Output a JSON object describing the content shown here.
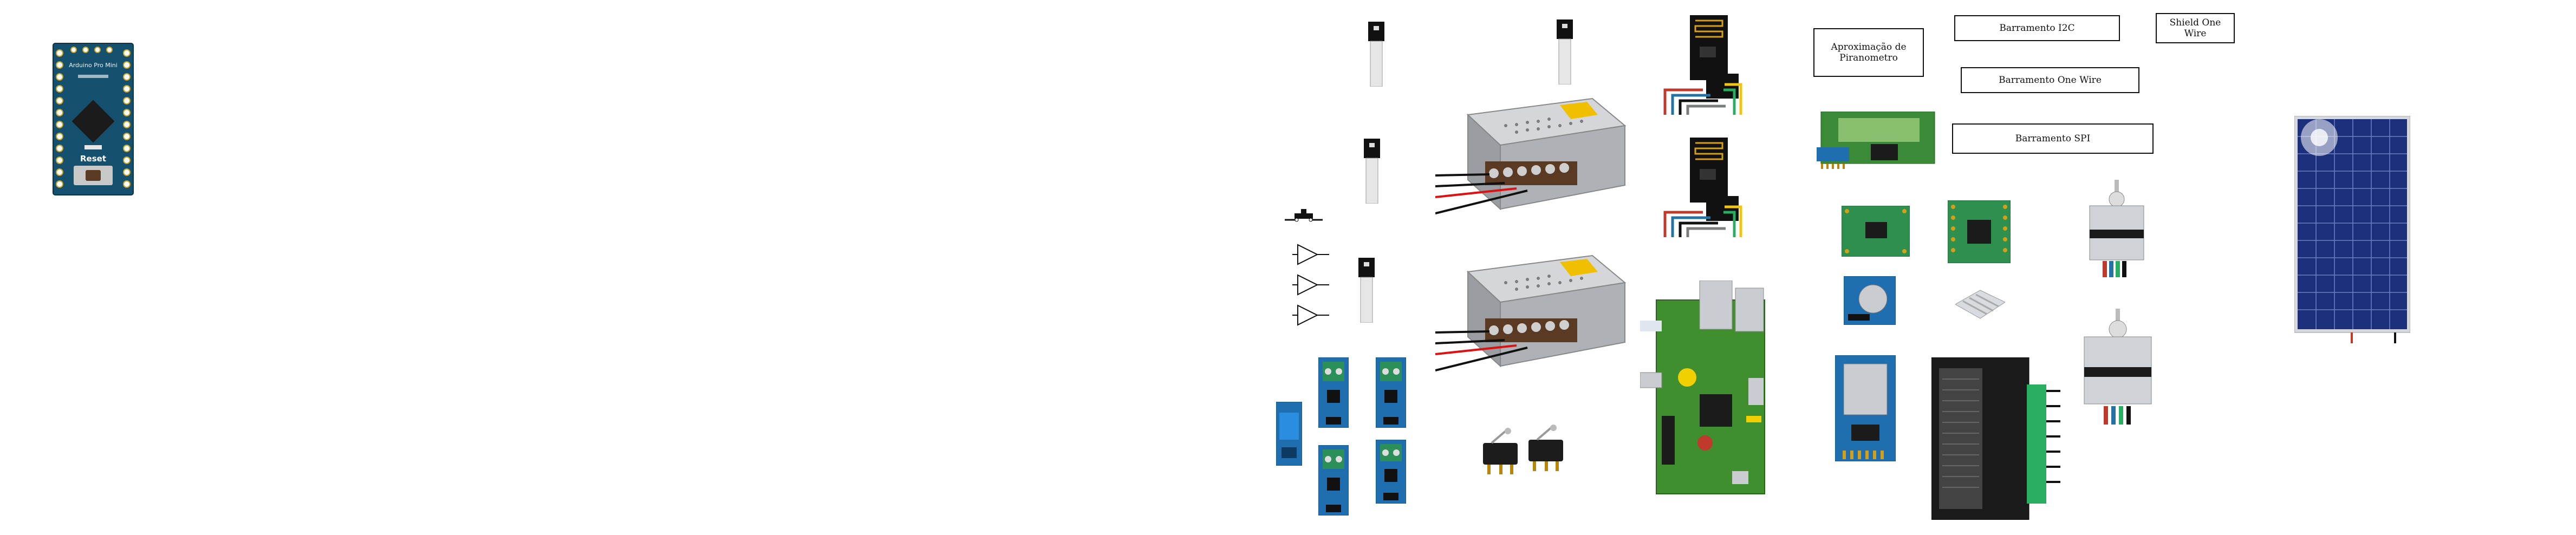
{
  "labels": {
    "piranometer": "Aproximação de\nPiranometro",
    "i2c_bus": "Barramento I2C",
    "onewire_bus": "Barramento One Wire",
    "spi_bus": "Barramento SPI",
    "onewire_shield": "Shield One\nWire"
  },
  "arduino": {
    "board_name": "Arduino Pro Mini",
    "reset_label": "Reset",
    "board_color": "#15516e"
  },
  "colors": {
    "pcb_green": "#3f8f2f",
    "pcb_blue": "#1f6fb0",
    "solar_blue": "#1c2f7a",
    "psu_gray": "#b9bcc0"
  }
}
